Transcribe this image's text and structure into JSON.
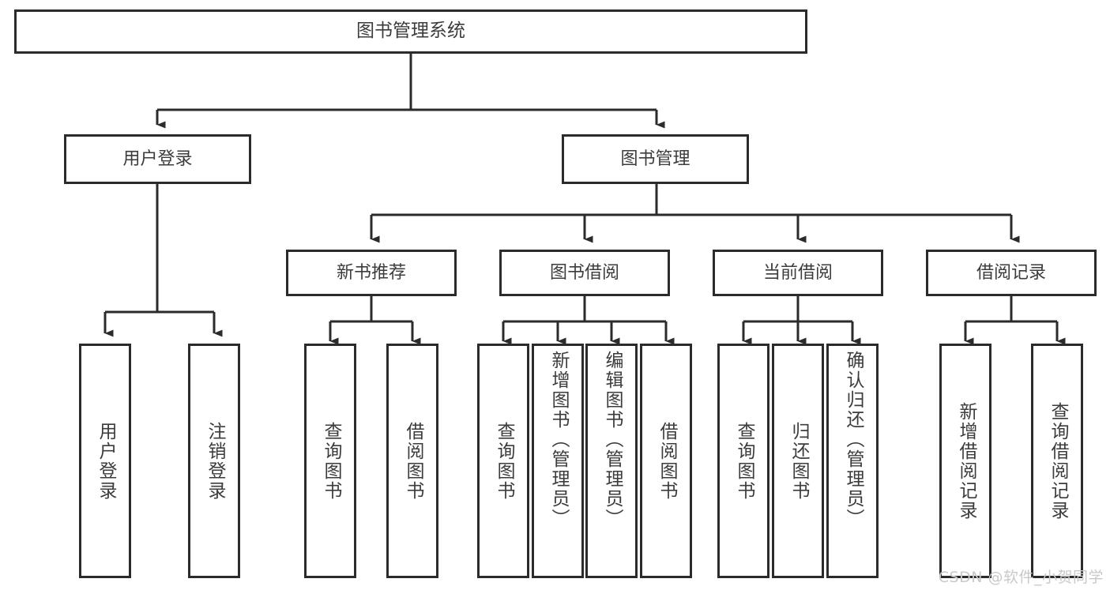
{
  "diagram": {
    "type": "tree-hierarchy-chart",
    "title": "图书管理系统",
    "root": {
      "label": "图书管理系统"
    },
    "level2": [
      {
        "label": "用户登录"
      },
      {
        "label": "图书管理"
      }
    ],
    "level3": [
      {
        "label": "新书推荐"
      },
      {
        "label": "图书借阅"
      },
      {
        "label": "当前借阅"
      },
      {
        "label": "借阅记录"
      }
    ],
    "leaves": {
      "user_login": [
        {
          "label": "用户登录"
        },
        {
          "label": "注销登录"
        }
      ],
      "new_book": [
        {
          "label": "查询图书"
        },
        {
          "label": "借阅图书"
        }
      ],
      "borrow_book": [
        {
          "label": "查询图书"
        },
        {
          "label": "新增图书（管理员）"
        },
        {
          "label": "编辑图书（管理员）"
        },
        {
          "label": "借阅图书"
        }
      ],
      "current_borrow": [
        {
          "label": "查询图书"
        },
        {
          "label": "归还图书"
        },
        {
          "label": "确认归还（管理员）"
        }
      ],
      "borrow_record": [
        {
          "label": "新增借阅记录"
        },
        {
          "label": "查询借阅记录"
        }
      ]
    },
    "watermark": "CSDN @软件_小贺同学",
    "colors": {
      "stroke": "#2b2b2b",
      "fill": "#ffffff",
      "text": "#3c3c3c",
      "watermark": "#c9c9c9"
    }
  }
}
